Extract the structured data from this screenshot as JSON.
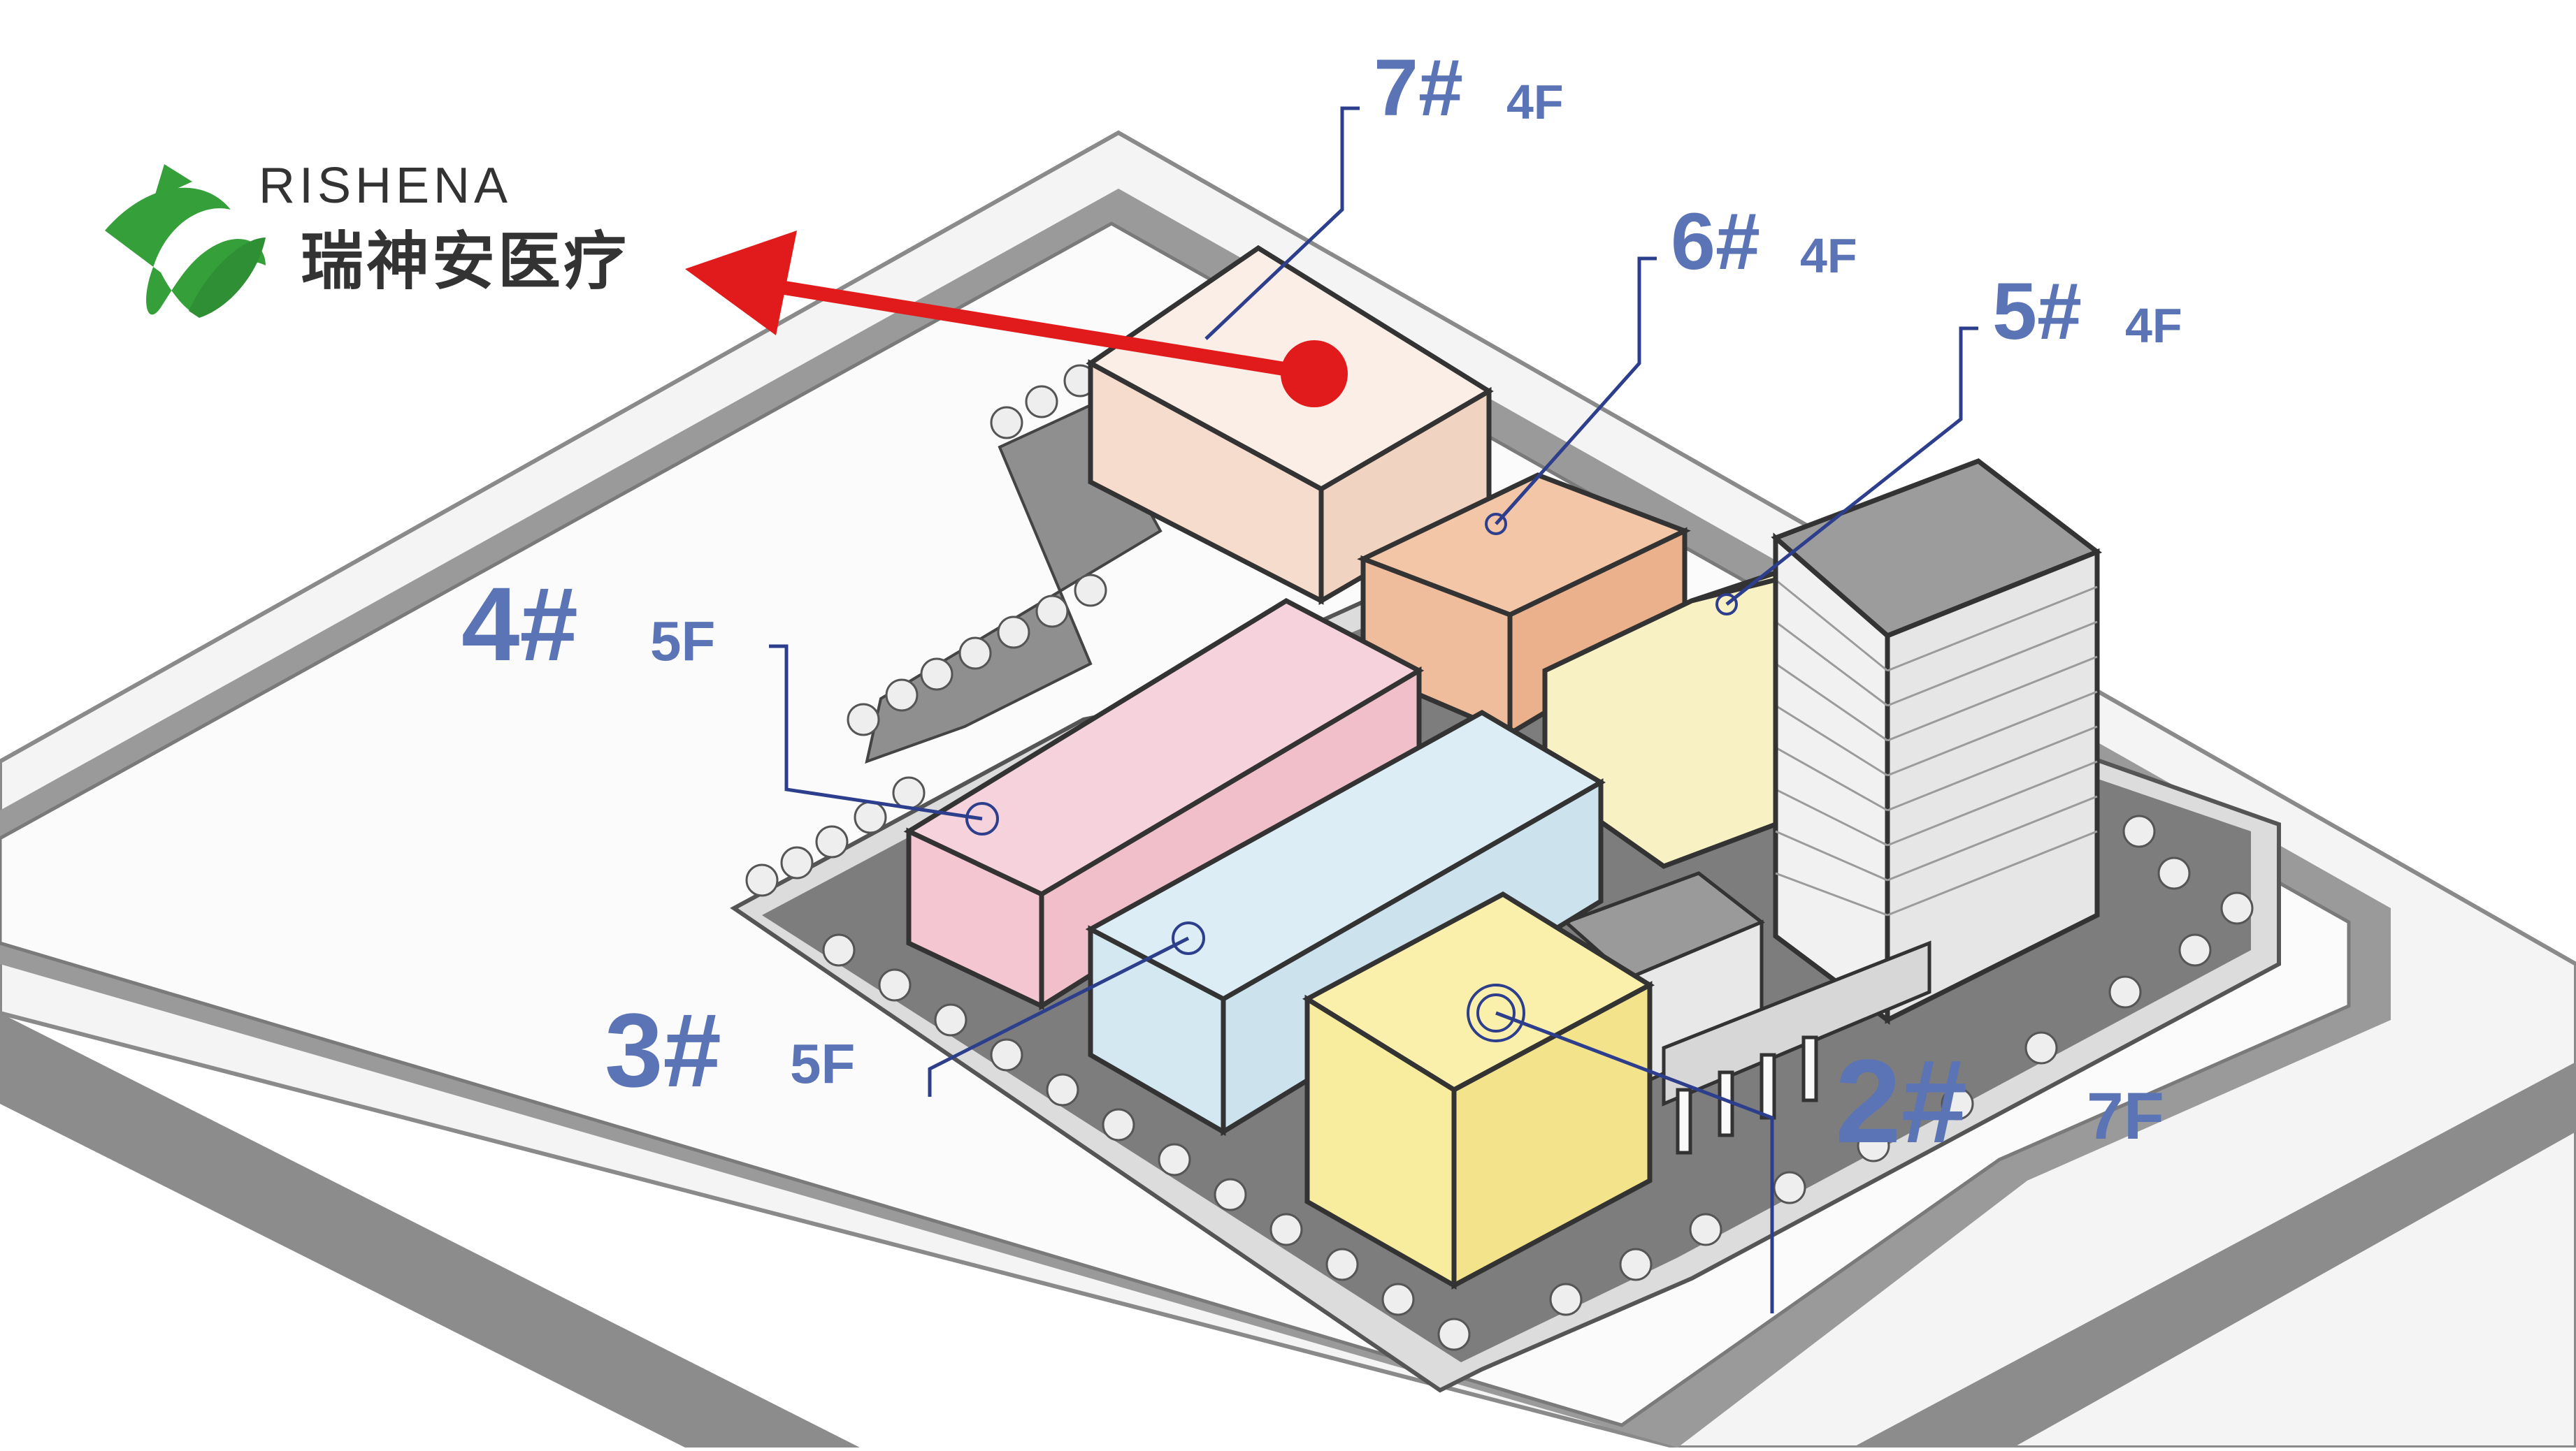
{
  "logo": {
    "name_en": "RISHENA",
    "name_cn": "瑞神安医疗",
    "icon": "leaf-logo-icon",
    "color_green": "#35a03a"
  },
  "arrow": {
    "icon": "arrow-left-icon",
    "color": "#e11b1b"
  },
  "buildings": [
    {
      "id": "7",
      "number": "7#",
      "floors": "4F",
      "color": "#f9e3d8"
    },
    {
      "id": "6",
      "number": "6#",
      "floors": "4F",
      "color": "#f1c7a8"
    },
    {
      "id": "5",
      "number": "5#",
      "floors": "4F",
      "color": "#f7f2c8"
    },
    {
      "id": "4",
      "number": "4#",
      "floors": "5F",
      "color": "#f5cfd8"
    },
    {
      "id": "3",
      "number": "3#",
      "floors": "5F",
      "color": "#d9ebf3"
    },
    {
      "id": "2",
      "number": "2#",
      "floors": "7F",
      "color": "#f8ec9e"
    }
  ],
  "colors": {
    "label": "#5b74b6",
    "leader": "#2d3f8c",
    "road": "#8d8d8d",
    "ground": "#f2f2f2"
  }
}
